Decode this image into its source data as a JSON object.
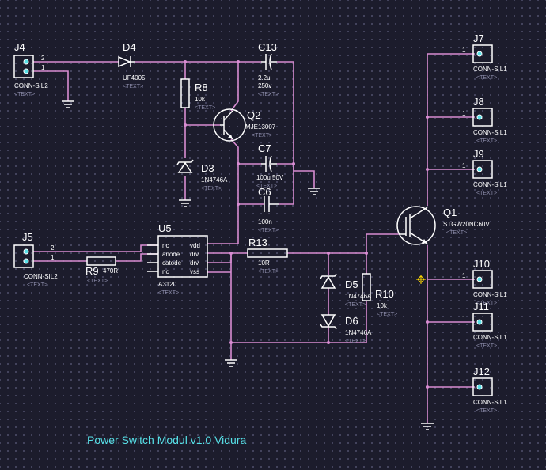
{
  "title": "Power Switch Modul  v1.0 Vidura",
  "colors": {
    "background": "#1c1c2c",
    "wire": "#d88cd2",
    "component": "#ffffff",
    "pin_fill": "#57e1e8",
    "title": "#57e1e8"
  },
  "placeholder": "<TEXT>",
  "j4": {
    "ref": "J4",
    "val": "CONN-SIL2",
    "pin1": "1",
    "pin2": "2"
  },
  "j5": {
    "ref": "J5",
    "val": "CONN-SIL2",
    "pin1": "1",
    "pin2": "2"
  },
  "d4": {
    "ref": "D4",
    "val": "UF4005"
  },
  "c13": {
    "ref": "C13",
    "val1": "2.2u",
    "val2": "250v"
  },
  "r8": {
    "ref": "R8",
    "val": "10k"
  },
  "q2": {
    "ref": "Q2",
    "val": "MJE13007"
  },
  "c7": {
    "ref": "C7",
    "val": "100u  50V"
  },
  "d3": {
    "ref": "D3",
    "val": "1N4746A"
  },
  "c6": {
    "ref": "C6",
    "val": "100n"
  },
  "u5": {
    "ref": "U5",
    "val": "A3120",
    "pins": [
      "nc",
      "anode",
      "catode",
      "nc",
      "vdd",
      "drv",
      "drv",
      "vss"
    ]
  },
  "r9": {
    "ref": "R9",
    "val": "470R"
  },
  "r13": {
    "ref": "R13",
    "val": "10R"
  },
  "d5": {
    "ref": "D5",
    "val": "1N4746A"
  },
  "d6": {
    "ref": "D6",
    "val": "1N4746A"
  },
  "r10": {
    "ref": "R10",
    "val": "10k"
  },
  "q1": {
    "ref": "Q1",
    "val": "STGW20NC60V"
  },
  "j7": {
    "ref": "J7",
    "val": "CONN-SIL1",
    "pin": "1"
  },
  "j8": {
    "ref": "J8",
    "val": "CONN-SIL1",
    "pin": "1"
  },
  "j9": {
    "ref": "J9",
    "val": "CONN-SIL1",
    "pin": "1"
  },
  "j10": {
    "ref": "J10",
    "val": "CONN-SIL1",
    "pin": "1"
  },
  "j11": {
    "ref": "J11",
    "val": "CONN-SIL1",
    "pin": "1"
  },
  "j12": {
    "ref": "J12",
    "val": "CONN-SIL1",
    "pin": "1"
  }
}
